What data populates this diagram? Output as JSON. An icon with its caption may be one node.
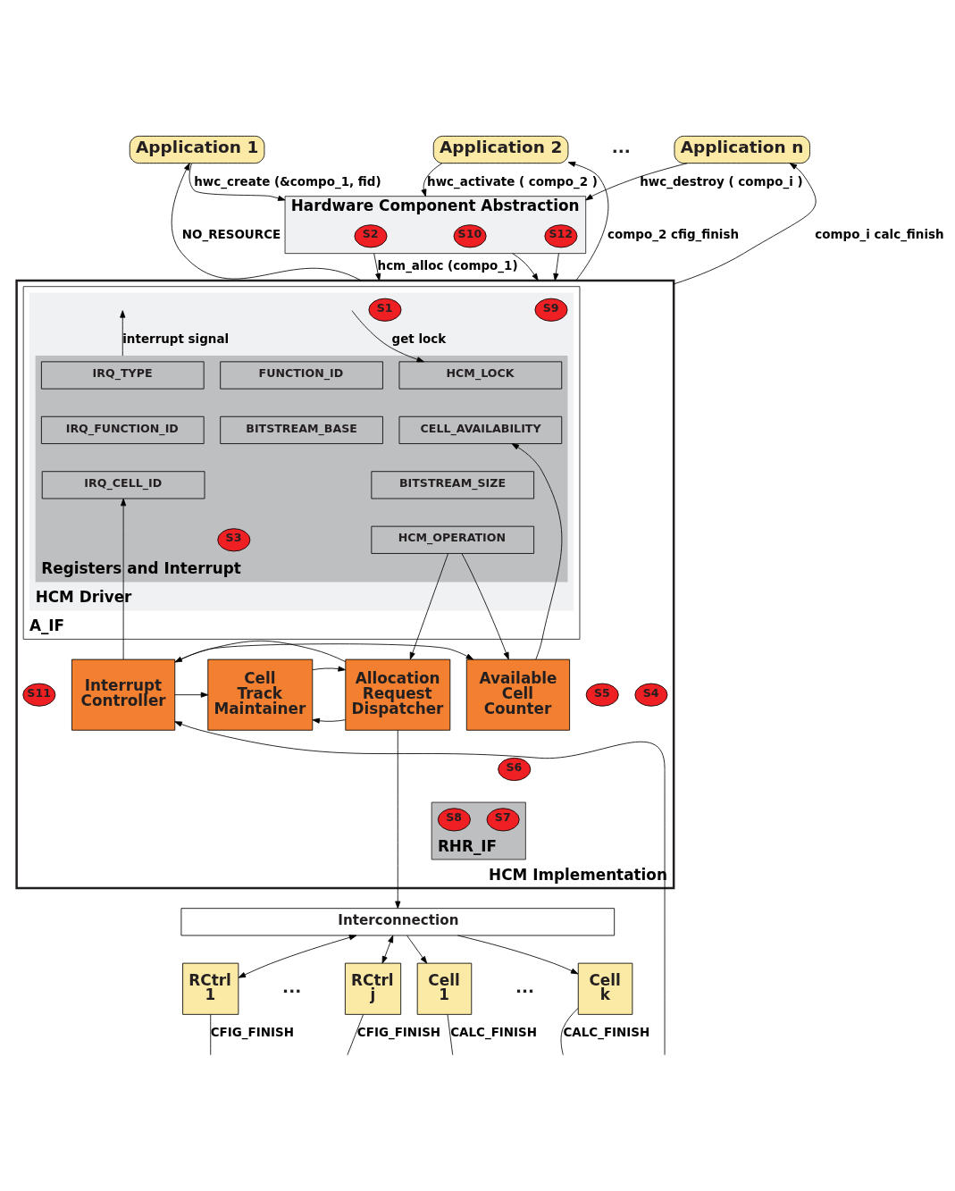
{
  "diagram": {
    "nodes": [
      {
        "text": [
          "Application 1"
        ]
      },
      {
        "text": [
          "Application 2"
        ]
      },
      {
        "text": [
          "Application n"
        ]
      },
      {
        "text": [
          "Hardware Component Abstraction"
        ]
      },
      {
        "text": [
          "S2"
        ],
        "in": 3
      },
      {
        "text": [
          "S10"
        ],
        "in": 3
      },
      {
        "text": [
          "S12"
        ],
        "in": 3
      },
      {
        "text": [
          "HCM Implementation"
        ]
      },
      {
        "text": [
          "A_IF"
        ],
        "in": 7
      },
      {
        "text": [
          "HCM Driver"
        ],
        "in": 8
      },
      {
        "text": [
          "S1"
        ],
        "in": 9
      },
      {
        "text": [
          "S9"
        ],
        "in": 9
      },
      {
        "text": [
          "Registers and Interrupt"
        ],
        "in": 9
      },
      {
        "text": [
          "HCM_LOCK"
        ],
        "in": 12
      },
      {
        "text": [
          "CELL_AVAILABILITY"
        ],
        "in": 12
      },
      {
        "text": [
          "FUNCTION_ID"
        ],
        "in": 12
      },
      {
        "text": [
          "BITSTREAM_BASE"
        ],
        "in": 12
      },
      {
        "text": [
          "BITSTREAM_SIZE"
        ],
        "in": 12
      },
      {
        "text": [
          "HCM_OPERATION"
        ],
        "in": 12
      },
      {
        "text": [
          "IRQ_TYPE"
        ],
        "in": 12
      },
      {
        "text": [
          "IRQ_FUNCTION_ID"
        ],
        "in": 12
      },
      {
        "text": [
          "IRQ_CELL_ID"
        ],
        "in": 12
      },
      {
        "text": [
          "S3"
        ],
        "in": 12
      },
      {
        "text": [
          "Available Cell Counter"
        ],
        "in": 7
      },
      {
        "text": [
          "Allocation Request Dispatcher"
        ],
        "in": 7
      },
      {
        "text": [
          "S4"
        ],
        "in": 7
      },
      {
        "text": [
          "S5"
        ],
        "in": 7
      },
      {
        "text": [
          "Cell Track Maintainer"
        ],
        "in": 7
      },
      {
        "text": [
          "S11"
        ],
        "in": 7
      },
      {
        "text": [
          "Interrupt Controller"
        ],
        "in": 7
      },
      {
        "text": [
          "S6"
        ],
        "in": 7
      },
      {
        "text": [
          "RHR_IF"
        ],
        "in": 7
      },
      {
        "text": [
          "S7"
        ],
        "in": 31
      },
      {
        "text": [
          "S8"
        ],
        "in": 31
      },
      {
        "text": [
          "Interconnection"
        ]
      },
      {
        "text": [
          "RCtrl 1"
        ]
      },
      {
        "text": [
          "RCtrl j"
        ]
      },
      {
        "text": [
          "Cell 1"
        ]
      },
      {
        "text": [
          "Cell k"
        ]
      }
    ],
    "edges": [
      {
        "from": 0,
        "to": 3,
        "arrow": "to",
        "label": "hwc_create (&compo_1, fid)"
      },
      {
        "from": 3,
        "to": 7,
        "arrow": "to",
        "label": "hcm_alloc (compo_1)"
      },
      {
        "from": 7,
        "to": 0,
        "arrow": "to",
        "label": "NO_RESOURCE"
      },
      {
        "from": 1,
        "to": 3,
        "arrow": "to",
        "label": "hwc_activate ( compo_2 )"
      },
      {
        "from": 3,
        "to": 7,
        "arrow": "to"
      },
      {
        "from": 7,
        "to": 1,
        "arrow": "to",
        "label": "compo_2 cfig_finish"
      },
      {
        "from": 7,
        "to": 2,
        "arrow": "to",
        "label": "compo_i calc_finish"
      },
      {
        "from": 2,
        "to": 3,
        "arrow": "to",
        "label": "hwc_destroy ( compo_i )"
      },
      {
        "from": 3,
        "to": 7,
        "arrow": "to"
      },
      {
        "from": null,
        "to": 13,
        "arrow": "to",
        "label": "get lock"
      },
      {
        "from": 12,
        "to": null,
        "arrow": "to",
        "label": "interrupt signal"
      },
      {
        "from": 23,
        "to": 14,
        "arrow": "to"
      },
      {
        "from": 18,
        "to": 24,
        "arrow": "to"
      },
      {
        "from": 18,
        "to": 23,
        "arrow": "to"
      },
      {
        "from": 29,
        "to": 21,
        "arrow": "to"
      },
      {
        "from": 29,
        "to": 23,
        "arrow": "to"
      },
      {
        "from": 24,
        "to": 27,
        "arrow": "to"
      },
      {
        "from": 27,
        "to": 24,
        "arrow": "to"
      },
      {
        "from": 29,
        "to": 27,
        "arrow": "to"
      },
      {
        "from": 24,
        "to": 29,
        "arrow": "to"
      },
      {
        "from": 24,
        "to": 34,
        "arrow": "to"
      },
      {
        "from": null,
        "to": 29,
        "arrow": "to"
      },
      {
        "from": 34,
        "to": 35,
        "arrow": "both"
      },
      {
        "from": 34,
        "to": 36,
        "arrow": "both"
      },
      {
        "from": 34,
        "to": 37,
        "arrow": "to"
      },
      {
        "from": 34,
        "to": 38,
        "arrow": "to"
      },
      {
        "from": 35,
        "to": null,
        "arrow": "none",
        "label": "CFIG_FINISH"
      },
      {
        "from": 36,
        "to": null,
        "arrow": "none",
        "label": "CFIG_FINISH"
      },
      {
        "from": 37,
        "to": null,
        "arrow": "none",
        "label": "CALC_FINISH"
      },
      {
        "from": 38,
        "to": null,
        "arrow": "none",
        "label": "CALC_FINISH"
      }
    ],
    "labels": [
      "...",
      "...",
      "..."
    ]
  }
}
